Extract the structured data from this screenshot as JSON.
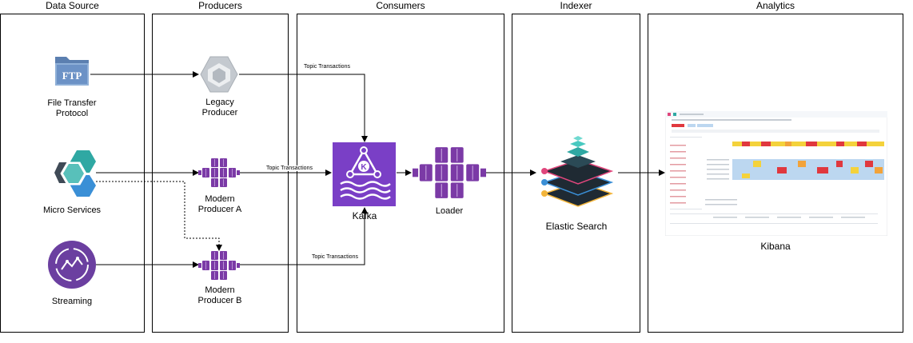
{
  "columns": {
    "data_source": "Data Source",
    "producers": "Producers",
    "consumers": "Consumers",
    "indexer": "Indexer",
    "analytics": "Analytics"
  },
  "nodes": {
    "ftp": {
      "label": "File Transfer\nProtocol",
      "icon_text": "FTP",
      "icon": "ftp-folder-icon"
    },
    "micro": {
      "label": "Micro Services",
      "icon": "microservices-hexagon-icon"
    },
    "streaming": {
      "label": "Streaming",
      "icon": "streaming-icon"
    },
    "legacy": {
      "label": "Legacy\nProducer",
      "icon": "cube-icon"
    },
    "modern_a": {
      "label": "Modern\nProducer A",
      "icon": "container-cluster-icon"
    },
    "modern_b": {
      "label": "Modern\nProducer B",
      "icon": "container-cluster-icon"
    },
    "kafka": {
      "label": "Kafka",
      "icon_text": "K",
      "icon": "kafka-icon"
    },
    "loader": {
      "label": "Loader",
      "icon": "container-cluster-icon"
    },
    "elastic": {
      "label": "Elastic Search",
      "icon": "stacked-layers-icon"
    },
    "kibana": {
      "label": "Kibana",
      "icon": "dashboard-screenshot-icon"
    }
  },
  "edges": {
    "legacy_to_kafka": "Topic Transactions",
    "modern_a_to_kafka": "Topic Transactions",
    "modern_b_to_kafka": "Topic Transactions"
  },
  "colors": {
    "purple": "#6b3fa0",
    "kafka_bg": "#7a3fc6",
    "teal": "#2fa8a3",
    "blue": "#3a8fd6",
    "dark": "#444444",
    "legacy_grey": "#b9bec4",
    "kibana_red": "#e0383e",
    "kibana_orange": "#f2a33a",
    "kibana_yellow": "#f4d23b",
    "kibana_blue": "#bcd7f0"
  }
}
